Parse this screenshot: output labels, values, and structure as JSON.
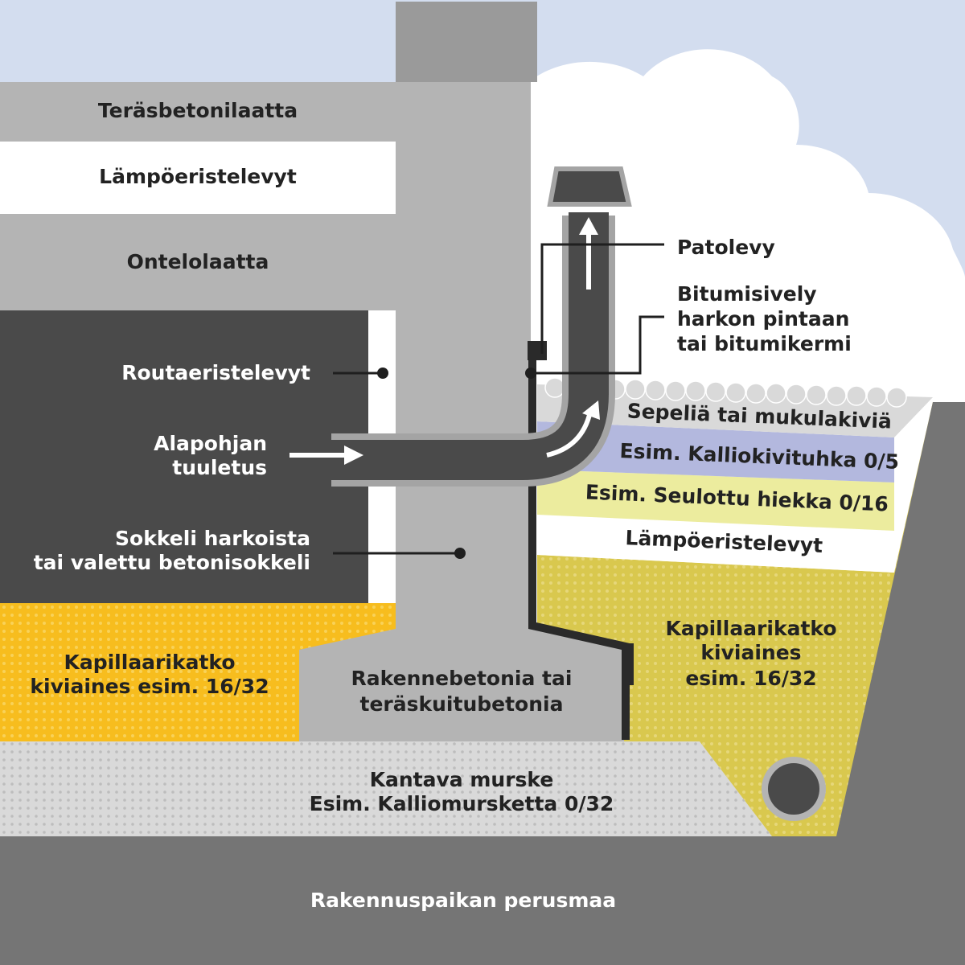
{
  "labels": {
    "terasbetonilaatta": "Teräsbetonilaatta",
    "lampoeristelevyt_top": "Lämpöeristelevyt",
    "ontelolaatta": "Ontelolaatta",
    "routaeristelevyt": "Routaeristelevyt",
    "alapohjan_1": "Alapohjan",
    "alapohjan_2": "tuuletus",
    "sokkeli_1": "Sokkeli harkoista",
    "sokkeli_2": "tai valettu betonisokkeli",
    "kapillaari_left_1": "Kapillaarikatko",
    "kapillaari_left_2": "kiviaines esim. 16/32",
    "rakennebetonia_1": "Rakennebetonia tai",
    "rakennebetonia_2": "teräskuitubetonia",
    "kantava_1": "Kantava murske",
    "kantava_2": "Esim. Kalliomursketta 0/32",
    "perusmaa": "Rakennuspaikan perusmaa",
    "patolevy": "Patolevy",
    "bitumi_1": "Bitumisively",
    "bitumi_2": "harkon pintaan",
    "bitumi_3": "tai bitumikermi",
    "sepelia": "Sepeliä tai mukulakiviä",
    "kalliokivituhka": "Esim. Kalliokivituhka 0/5",
    "seulottu": "Esim. Seulottu hiekka 0/16",
    "lampoeristelevyt_right": "Lämpöeristelevyt",
    "kapillaari_right_1": "Kapillaarikatko",
    "kapillaari_right_2": "kiviaines",
    "kapillaari_right_3": "esim. 16/32"
  },
  "colors": {
    "sky": "#d3ddef",
    "cloud": "#ffffff",
    "concrete": "#b4b4b4",
    "concrete_dark": "#9a9a9a",
    "insulation": "#ffffff",
    "frost_insulation": "#4a4a4a",
    "capillary_yellow": "#f7bd1e",
    "capillary_olive": "#d9c84e",
    "gravel_light": "#d8d8d8",
    "stone_dust": "#b3b8de",
    "sand": "#ecec9e",
    "ground": "#757575",
    "pipe": "#4a4a4a",
    "pipe_outline": "#a4a4a4",
    "membrane": "#2a2a2a",
    "leader": "#1f1f1f"
  }
}
